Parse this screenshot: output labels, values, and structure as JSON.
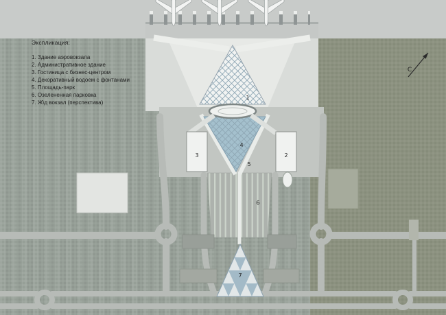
{
  "legend": {
    "title": "Экспликация:",
    "items": [
      "1. Здание аэровокзала",
      "2. Административное здание",
      "3. Гостиница с бизнес-центром",
      "4. Декоративный водоем с фонтанами",
      "5. Площадь-парк",
      "6. Озелененная парковка",
      "7. Ж\\д вокзал (перспектива)"
    ]
  },
  "north_label": "С",
  "plan_labels": {
    "terminal": "1",
    "admin": "2",
    "hotel": "3",
    "pond": "4",
    "plaza": "5",
    "parking": "6",
    "rail_station": "7"
  },
  "colors": {
    "apron": "#c8cbc9",
    "grass_left": "#9aa39b",
    "grass_right": "#8c9280",
    "road": "#b7bbb7",
    "plaza": "#c2c6c2",
    "water": "#a4c0cd",
    "lattice": "#8ea6b4",
    "building_light": "#f0f2f0",
    "building_gray": "#a6ab9c"
  }
}
